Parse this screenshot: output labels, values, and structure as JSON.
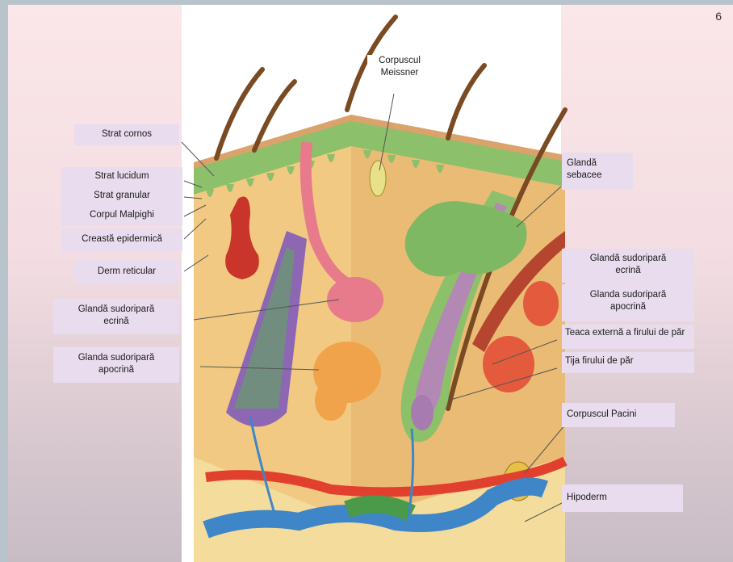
{
  "page_number": "6",
  "labels": {
    "corpuscul_meissner": "Corpuscul Meissner",
    "strat_cornos": "Strat cornos",
    "strat_lucidum": "Strat lucidum",
    "strat_granular": "Strat granular",
    "corpul_malpighi": "Corpul Malpighi",
    "creasta_epidermica": "Creastă epidermică",
    "derm_reticular": "Derm reticular",
    "glanda_sudoripara_ecrina_left": "Glandă sudoripară ecrină",
    "glanda_sudoripara_apocrina_left": "Glanda sudoripară apocrină",
    "glanda_sebacee": "Glandă sebacee",
    "glanda_sudoripara_ecrina_right": "Glandă sudoripară ecrină",
    "glanda_sudoripara_apocrina_right": "Glanda sudoripară apocrină",
    "teaca_externa": "Teaca externă a firului de păr",
    "tija_firului": "Tija firului de păr",
    "corpuscul_pacini": "Corpuscul Pacini",
    "hipoderm": "Hipoderm"
  },
  "colors": {
    "background": "#f3dde2",
    "label_box": "#e9dcee",
    "epidermis": "#8cc06a",
    "dermis": "#f1c982",
    "hypodermis": "#f4dc9c",
    "artery": "#e2402e",
    "vein": "#3f86c8",
    "sebaceous_gland": "#7fb863",
    "sweat_gland": "#e07a44"
  }
}
